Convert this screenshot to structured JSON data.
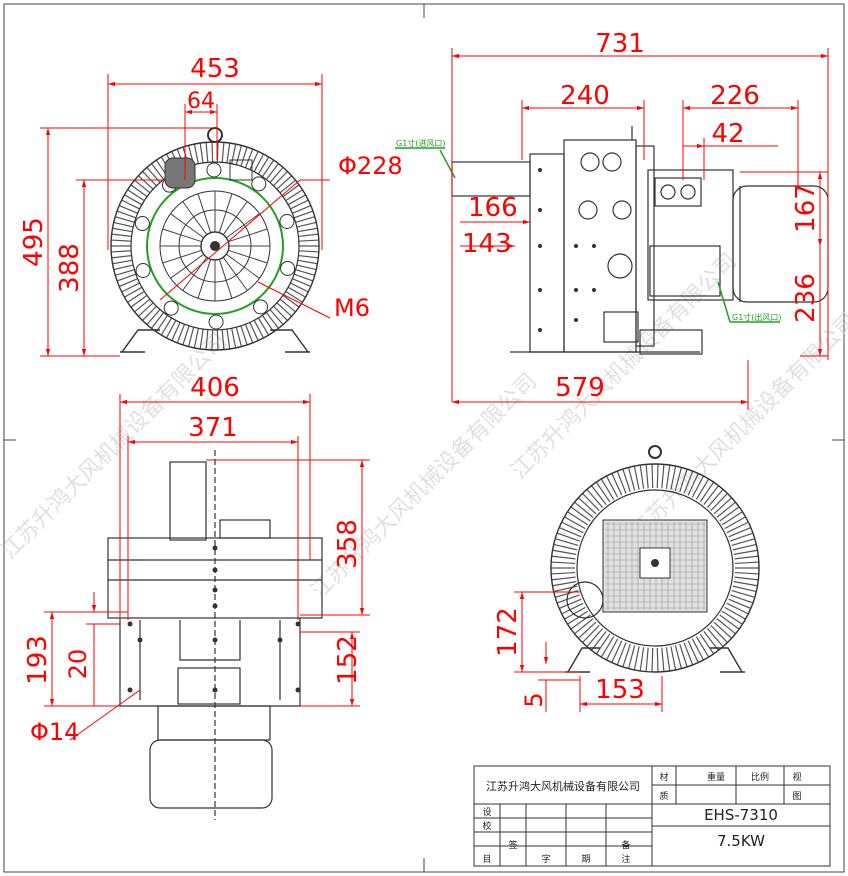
{
  "dimensions": {
    "front": {
      "width_453": "453",
      "bolt_64": "64",
      "dia_228": "Φ228",
      "height_495": "495",
      "height_388": "388",
      "thread_m6": "M6"
    },
    "side": {
      "width_731": "731",
      "width_240": "240",
      "width_226": "226",
      "width_42": "42",
      "height_166": "166",
      "height_143": "143",
      "height_167": "167",
      "height_236": "236",
      "width_579": "579"
    },
    "bottom": {
      "width_406": "406",
      "width_371": "371",
      "height_358": "358",
      "height_193": "193",
      "height_20": "20",
      "height_152": "152",
      "hole_14": "Φ14"
    },
    "rear": {
      "height_172": "172",
      "height_5": "5",
      "width_153": "153"
    }
  },
  "labels": {
    "inlet": "G1寸(进风口)",
    "outlet": "G1寸(出风口)"
  },
  "watermark": "江苏升鸿大风机械设备有限公司",
  "title_block": {
    "company": "江苏升鸿大风机械设备有限公司",
    "material_1": "材",
    "material_2": "质",
    "weight": "重量",
    "scale": "比例",
    "view_1": "视",
    "view_2": "图",
    "design": "设",
    "check": "校",
    "footer": [
      "目",
      "签",
      "字",
      "期",
      "备",
      "注"
    ],
    "model": "EHS-7310",
    "power": "7.5KW"
  },
  "colors": {
    "dimension": "#ff0000",
    "drawing": "#333333",
    "green": "#22a022"
  }
}
